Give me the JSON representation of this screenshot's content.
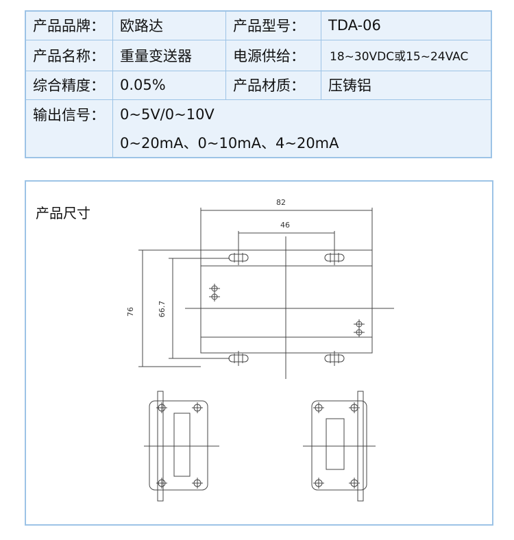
{
  "specs": {
    "brand_label": "产品品牌：",
    "brand_value": "欧路达",
    "model_label": "产品型号：",
    "model_value": "TDA-06",
    "name_label": "产品名称：",
    "name_value": "重量变送器",
    "power_label": "电源供给：",
    "power_value": "18~30VDC或15~24VAC",
    "accuracy_label": "综合精度：",
    "accuracy_value": "0.05%",
    "material_label": "产品材质：",
    "material_value": "压铸铝",
    "output_label": "输出信号：",
    "output_voltage": "0~5V/0~10V",
    "output_current": "0~20mA、0~10mA、4~20mA"
  },
  "dimensions": {
    "title": "产品尺寸",
    "width_82": "82",
    "hole_spacing_46": "46",
    "height_76": "76",
    "hole_height_66_7": "66.7"
  }
}
